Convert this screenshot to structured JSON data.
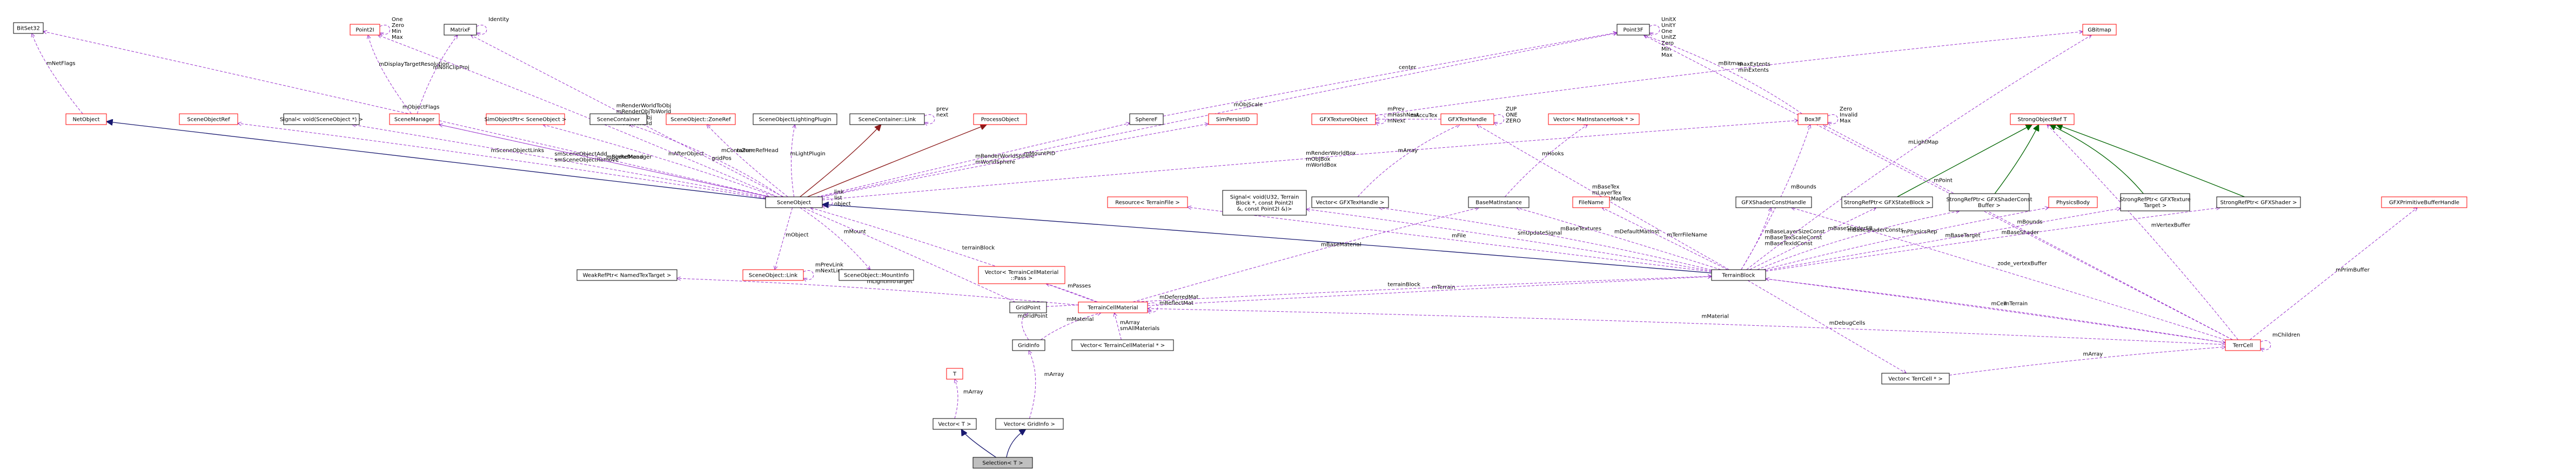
{
  "nodes": [
    {
      "id": "BitSet32",
      "label": [
        "BitSet32"
      ]
    },
    {
      "id": "Point2I",
      "label": [
        "Point2I"
      ],
      "red": true
    },
    {
      "id": "MatrixF",
      "label": [
        "MatrixF"
      ]
    },
    {
      "id": "Point3F",
      "label": [
        "Point3F"
      ]
    },
    {
      "id": "GBitmap",
      "label": [
        "GBitmap"
      ],
      "red": true
    },
    {
      "id": "NetObject",
      "label": [
        "NetObject"
      ],
      "red": true
    },
    {
      "id": "SceneObjectRef",
      "label": [
        "SceneObjectRef"
      ],
      "red": true
    },
    {
      "id": "SignalVoidSceneObject",
      "label": [
        "Signal< void(SceneObject *) >"
      ]
    },
    {
      "id": "SceneManager",
      "label": [
        "SceneManager"
      ],
      "red": true
    },
    {
      "id": "SimObjectPtrSceneObject",
      "label": [
        "SimObjectPtr< SceneObject >"
      ],
      "red": true
    },
    {
      "id": "SceneContainer",
      "label": [
        "SceneContainer"
      ]
    },
    {
      "id": "SceneObjectZoneRef",
      "label": [
        "SceneObject::ZoneRef"
      ],
      "red": true
    },
    {
      "id": "SceneObjectLightingPlugin",
      "label": [
        "SceneObjectLightingPlugin"
      ]
    },
    {
      "id": "SceneContainerLink",
      "label": [
        "SceneContainer::Link"
      ]
    },
    {
      "id": "ProcessObject",
      "label": [
        "ProcessObject"
      ],
      "red": true
    },
    {
      "id": "SphereF",
      "label": [
        "SphereF"
      ]
    },
    {
      "id": "SimPersistID",
      "label": [
        "SimPersistID"
      ],
      "red": true
    },
    {
      "id": "GFXTextureObject",
      "label": [
        "GFXTextureObject"
      ],
      "red": true
    },
    {
      "id": "GFXTexHandle",
      "label": [
        "GFXTexHandle"
      ],
      "red": true
    },
    {
      "id": "VectorMatInstanceHook",
      "label": [
        "Vector< MatInstanceHook * >"
      ],
      "red": true
    },
    {
      "id": "Box3F",
      "label": [
        "Box3F"
      ],
      "red": true
    },
    {
      "id": "StrongObjectRefT",
      "label": [
        "StrongObjectRef T"
      ],
      "red": true
    },
    {
      "id": "SceneObject",
      "label": [
        "SceneObject"
      ]
    },
    {
      "id": "ResourceTerrainFile",
      "label": [
        "Resource< TerrainFile >"
      ],
      "red": true
    },
    {
      "id": "SignalTerrainUpdate",
      "label": [
        "Signal< void(U32, Terrain",
        "Block *, const Point2I",
        "&, const Point2I &)>"
      ]
    },
    {
      "id": "VectorGFXTexHandle",
      "label": [
        "Vector< GFXTexHandle >"
      ]
    },
    {
      "id": "BaseMatInstance",
      "label": [
        "BaseMatInstance"
      ]
    },
    {
      "id": "FileName",
      "label": [
        "FileName"
      ],
      "red": true
    },
    {
      "id": "GFXShaderConstHandle",
      "label": [
        "GFXShaderConstHandle"
      ]
    },
    {
      "id": "StrongRefPtrGFXStateBlock",
      "label": [
        "StrongRefPtr< GFXStateBlock >"
      ]
    },
    {
      "id": "StrongRefPtrGFXShaderConstBuffer",
      "label": [
        "StrongRefPtr< GFXShaderConst",
        "Buffer >"
      ]
    },
    {
      "id": "PhysicsBody",
      "label": [
        "PhysicsBody"
      ],
      "red": true
    },
    {
      "id": "StrongRefPtrGFXTextureTarget",
      "label": [
        "StrongRefPtr< GFXTexture",
        "Target >"
      ]
    },
    {
      "id": "StrongRefPtrGFXShader",
      "label": [
        "StrongRefPtr< GFXShader >"
      ]
    },
    {
      "id": "GFXPrimitiveBufferHandle",
      "label": [
        "GFXPrimitiveBufferHandle"
      ],
      "red": true
    },
    {
      "id": "WeakRefPtrNamedTexTarget",
      "label": [
        "WeakRefPtr< NamedTexTarget >"
      ]
    },
    {
      "id": "SceneObjectLink",
      "label": [
        "SceneObject::Link"
      ],
      "red": true
    },
    {
      "id": "SceneObjectMountInfo",
      "label": [
        "SceneObject::MountInfo"
      ]
    },
    {
      "id": "VectorTerrainCellMaterialPass",
      "label": [
        "Vector< TerrainCellMaterial",
        "::Pass >"
      ],
      "red": true
    },
    {
      "id": "TerrainBlock",
      "label": [
        "TerrainBlock"
      ]
    },
    {
      "id": "GridPoint",
      "label": [
        "GridPoint"
      ]
    },
    {
      "id": "TerrainCellMaterial",
      "label": [
        "TerrainCellMaterial"
      ],
      "red": true
    },
    {
      "id": "GridInfo",
      "label": [
        "GridInfo"
      ]
    },
    {
      "id": "VectorTerrainCellMaterialPtr",
      "label": [
        "Vector< TerrainCellMaterial * >"
      ]
    },
    {
      "id": "T",
      "label": [
        "T"
      ],
      "red": true
    },
    {
      "id": "TerrCell",
      "label": [
        "TerrCell"
      ],
      "red": true
    },
    {
      "id": "VectorTerrCellPtr",
      "label": [
        "Vector< TerrCell * >"
      ]
    },
    {
      "id": "VectorT",
      "label": [
        "Vector< T >"
      ]
    },
    {
      "id": "VectorGridInfo",
      "label": [
        "Vector< GridInfo >"
      ]
    },
    {
      "id": "SelectionT",
      "label": [
        "Selection< T >"
      ],
      "selected": true
    }
  ],
  "edges": [
    {
      "from": "NetObject",
      "to": "BitSet32",
      "kind": "usage",
      "label": [
        "mNetFlags"
      ]
    },
    {
      "from": "SceneObject",
      "to": "BitSet32",
      "kind": "usage",
      "label": [
        "mObjectFlags"
      ]
    },
    {
      "from": "SceneObject",
      "to": "NetObject",
      "kind": "inherit"
    },
    {
      "from": "SceneObject",
      "to": "ProcessObject",
      "kind": "inherit"
    },
    {
      "from": "SceneObject",
      "to": "SceneContainerLink",
      "kind": "inherit"
    },
    {
      "from": "SceneObject",
      "to": "SceneObjectRef",
      "kind": "usage",
      "label": [
        "mSceneObjectLinks"
      ]
    },
    {
      "from": "SceneObject",
      "to": "SignalVoidSceneObject",
      "kind": "usage",
      "label": [
        "smSceneObjectAdd",
        "smSceneObjectRemove"
      ]
    },
    {
      "from": "SceneObject",
      "to": "SceneManager",
      "kind": "usage",
      "label": [
        "mSceneManager"
      ]
    },
    {
      "from": "SceneObject",
      "to": "SimObjectPtrSceneObject",
      "kind": "usage",
      "label": [
        "mAfterObject"
      ]
    },
    {
      "from": "SceneObject",
      "to": "SceneContainer",
      "kind": "usage",
      "label": [
        "mContainer"
      ]
    },
    {
      "from": "SceneObject",
      "to": "SceneObjectZoneRef",
      "kind": "usage",
      "label": [
        "mZoneRefHead"
      ]
    },
    {
      "from": "SceneObject",
      "to": "SceneObjectLightingPlugin",
      "kind": "usage",
      "label": [
        "mLightPlugin"
      ]
    },
    {
      "from": "SceneObject",
      "to": "SphereF",
      "kind": "usage",
      "label": [
        "mRenderWorldSphere",
        "mWorldSphere"
      ]
    },
    {
      "from": "SceneObject",
      "to": "SimPersistID",
      "kind": "usage",
      "label": [
        "mMountPID"
      ]
    },
    {
      "from": "SceneObject",
      "to": "Point3F",
      "kind": "usage",
      "label": [
        "mObjScale"
      ]
    },
    {
      "from": "SceneObject",
      "to": "MatrixF",
      "kind": "usage",
      "label": [
        "mRenderWorldToObj",
        "mRenderObjToWorld",
        "mWorldToObj",
        "mObjToWorld"
      ]
    },
    {
      "from": "SceneObject",
      "to": "Box3F",
      "kind": "usage",
      "label": [
        "mRenderWorldBox",
        "mObjBox",
        "mWorldBox"
      ]
    },
    {
      "from": "SceneObject",
      "to": "SceneObjectLink",
      "kind": "usage",
      "label": [
        "mObject"
      ]
    },
    {
      "from": "SceneObject",
      "to": "SceneObjectMountInfo",
      "kind": "usage",
      "label": [
        "mMount"
      ]
    },
    {
      "from": "SceneObject",
      "to": "SceneObject",
      "kind": "usage",
      "label": [
        "link",
        "list",
        "object"
      ]
    },
    {
      "from": "SceneObjectLink",
      "to": "SceneObjectLink",
      "kind": "usage",
      "label": [
        "mPrevLink",
        "mNextLink"
      ]
    },
    {
      "from": "SceneContainerLink",
      "to": "SceneContainerLink",
      "kind": "usage",
      "label": [
        "prev",
        "next"
      ]
    },
    {
      "from": "MatrixF",
      "to": "MatrixF",
      "kind": "usage",
      "label": [
        "Identity"
      ]
    },
    {
      "from": "Point2I",
      "to": "Point2I",
      "kind": "usage",
      "label": [
        "One",
        "Zero",
        "Min",
        "Max"
      ]
    },
    {
      "from": "Point3F",
      "to": "Point3F",
      "kind": "usage",
      "label": [
        "UnitX",
        "UnitY",
        "One",
        "UnitZ",
        "Zero",
        "Min",
        "Max"
      ]
    },
    {
      "from": "SceneManager",
      "to": "Point2I",
      "kind": "usage",
      "label": [
        "mDisplayTargetResolution"
      ]
    },
    {
      "from": "SceneManager",
      "to": "MatrixF",
      "kind": "usage",
      "label": [
        "mNonClipProj"
      ]
    },
    {
      "from": "SceneManager",
      "to": "SceneObject",
      "kind": "usage",
      "label": [
        "mBinRefHead"
      ]
    },
    {
      "from": "SphereF",
      "to": "Point3F",
      "kind": "usage",
      "label": [
        "center"
      ]
    },
    {
      "from": "GFXTextureObject",
      "to": "GFXTextureObject",
      "kind": "usage",
      "label": [
        "mPrev",
        "mHashNext",
        "mNext"
      ]
    },
    {
      "from": "GFXTextureObject",
      "to": "GBitmap",
      "kind": "usage",
      "label": [
        "mBitmap"
      ]
    },
    {
      "from": "GFXTexHandle",
      "to": "GFXTexHandle",
      "kind": "usage",
      "label": [
        "ZUP",
        "ONE",
        "ZERO"
      ]
    },
    {
      "from": "GFXTexHandle",
      "to": "GFXTextureObject",
      "kind": "usage",
      "label": [
        "mAccuTex"
      ]
    },
    {
      "from": "Box3F",
      "to": "Box3F",
      "kind": "usage",
      "label": [
        "Zero",
        "Invalid",
        "Max"
      ]
    },
    {
      "from": "Box3F",
      "to": "Point3F",
      "kind": "usage",
      "label": [
        "maxExtents",
        "minExtents"
      ]
    },
    {
      "from": "VectorGFXTexHandle",
      "to": "GFXTexHandle",
      "kind": "usage",
      "label": [
        "mArray"
      ]
    },
    {
      "from": "BaseMatInstance",
      "to": "VectorMatInstanceHook",
      "kind": "usage",
      "label": [
        "mHooks"
      ]
    },
    {
      "from": "StrongRefPtrGFXStateBlock",
      "to": "StrongObjectRefT",
      "kind": "inherit"
    },
    {
      "from": "StrongRefPtrGFXShaderConstBuffer",
      "to": "StrongObjectRefT",
      "kind": "inherit"
    },
    {
      "from": "StrongRefPtrGFXTextureTarget",
      "to": "StrongObjectRefT",
      "kind": "inherit"
    },
    {
      "from": "StrongRefPtrGFXShader",
      "to": "StrongObjectRefT",
      "kind": "inherit"
    },
    {
      "from": "TerrainBlock",
      "to": "SceneObject",
      "kind": "inherit"
    },
    {
      "from": "TerrainBlock",
      "to": "ResourceTerrainFile",
      "kind": "usage",
      "label": [
        "mFile"
      ]
    },
    {
      "from": "TerrainBlock",
      "to": "SignalTerrainUpdate",
      "kind": "usage",
      "label": [
        "smUpdateSignal"
      ]
    },
    {
      "from": "TerrainBlock",
      "to": "VectorGFXTexHandle",
      "kind": "usage",
      "label": [
        "mBaseTextures"
      ]
    },
    {
      "from": "TerrainBlock",
      "to": "GFXTexHandle",
      "kind": "usage",
      "label": [
        "mBaseTex",
        "mLayerTex",
        "mLightMapTex"
      ]
    },
    {
      "from": "TerrainBlock",
      "to": "BaseMatInstance",
      "kind": "usage",
      "label": [
        "mDefaultMatInst"
      ]
    },
    {
      "from": "TerrainBlock",
      "to": "FileName",
      "kind": "usage",
      "label": [
        "mTerrFileName"
      ]
    },
    {
      "from": "TerrainBlock",
      "to": "GFXShaderConstHandle",
      "kind": "usage",
      "label": [
        "mBaseLayerSizeConst",
        "mBaseTexScaleConst",
        "mBaseTexIdConst"
      ]
    },
    {
      "from": "TerrainBlock",
      "to": "StrongRefPtrGFXStateBlock",
      "kind": "usage",
      "label": [
        "mBaseShaderSB"
      ]
    },
    {
      "from": "TerrainBlock",
      "to": "StrongRefPtrGFXShaderConstBuffer",
      "kind": "usage",
      "label": [
        "mBaseShaderConsts"
      ]
    },
    {
      "from": "TerrainBlock",
      "to": "PhysicsBody",
      "kind": "usage",
      "label": [
        "mPhysicsRep"
      ]
    },
    {
      "from": "TerrainBlock",
      "to": "StrongRefPtrGFXTextureTarget",
      "kind": "usage",
      "label": [
        "mBaseTarget"
      ]
    },
    {
      "from": "TerrainBlock",
      "to": "StrongRefPtrGFXShader",
      "kind": "usage",
      "label": [
        "mBaseShader"
      ]
    },
    {
      "from": "TerrainBlock",
      "to": "Box3F",
      "kind": "usage",
      "label": [
        "mBounds"
      ]
    },
    {
      "from": "TerrainBlock",
      "to": "GBitmap",
      "kind": "usage",
      "label": [
        "mLightMap"
      ]
    },
    {
      "from": "TerrainBlock",
      "to": "TerrCell",
      "kind": "usage",
      "label": [
        "mCell"
      ]
    },
    {
      "from": "TerrainCellMaterial",
      "to": "TerrainBlock",
      "kind": "usage",
      "label": [
        "mTerrain"
      ]
    },
    {
      "from": "TerrainCellMaterial",
      "to": "SceneObject",
      "kind": "usage",
      "label": [
        "terrainBlock"
      ]
    },
    {
      "from": "TerrainCellMaterial",
      "to": "BaseMatInstance",
      "kind": "usage",
      "label": [
        "mBaseMaterial"
      ]
    },
    {
      "from": "TerrainCellMaterial",
      "to": "WeakRefPtrNamedTexTarget",
      "kind": "usage",
      "label": [
        "mLightInfoTarget"
      ]
    },
    {
      "from": "TerrainCellMaterial",
      "to": "VectorTerrainCellMaterialPass",
      "kind": "usage",
      "label": [
        "mPasses"
      ]
    },
    {
      "from": "TerrainCellMaterial",
      "to": "TerrainCellMaterial",
      "kind": "usage",
      "label": [
        "mDeferredMat",
        "mReflectMat"
      ]
    },
    {
      "from": "GridPoint",
      "to": "TerrainBlock",
      "kind": "usage",
      "label": [
        "terrainBlock"
      ]
    },
    {
      "from": "GridPoint",
      "to": "Point2I",
      "kind": "usage",
      "label": [
        "gridPos"
      ]
    },
    {
      "from": "GridInfo",
      "to": "GridPoint",
      "kind": "usage",
      "label": [
        "mGridPoint"
      ]
    },
    {
      "from": "GridInfo",
      "to": "TerrainCellMaterial",
      "kind": "usage",
      "label": [
        "mMaterial"
      ]
    },
    {
      "from": "VectorTerrainCellMaterialPtr",
      "to": "TerrainCellMaterial",
      "kind": "usage",
      "label": [
        "mArray",
        "smAllMaterials"
      ]
    },
    {
      "from": "TerrCell",
      "to": "TerrainBlock",
      "kind": "usage",
      "label": [
        "mTerrain"
      ]
    },
    {
      "from": "TerrCell",
      "to": "TerrainCellMaterial",
      "kind": "usage",
      "label": [
        "mMaterial"
      ]
    },
    {
      "from": "TerrCell",
      "to": "Box3F",
      "kind": "usage",
      "label": [
        "mBounds"
      ]
    },
    {
      "from": "TerrCell",
      "to": "Point3F",
      "kind": "usage",
      "label": [
        "mPoint"
      ]
    },
    {
      "from": "TerrCell",
      "to": "GFXPrimitiveBufferHandle",
      "kind": "usage",
      "label": [
        "mPrimBuffer"
      ]
    },
    {
      "from": "TerrCell",
      "to": "StrongObjectRefT",
      "kind": "usage",
      "label": [
        "mVertexBuffer"
      ]
    },
    {
      "from": "TerrCell",
      "to": "TerrCell",
      "kind": "usage",
      "label": [
        "mChildren"
      ]
    },
    {
      "from": "TerrCell",
      "to": "GFXShaderConstHandle",
      "kind": "usage",
      "label": [
        "zode_vertexBuffer"
      ]
    },
    {
      "from": "VectorTerrCellPtr",
      "to": "TerrCell",
      "kind": "usage",
      "label": [
        "mArray"
      ]
    },
    {
      "from": "TerrainBlock",
      "to": "VectorTerrCellPtr",
      "kind": "usage",
      "label": [
        "mDebugCells"
      ]
    },
    {
      "from": "VectorT",
      "to": "T",
      "kind": "usage",
      "label": [
        "mArray"
      ]
    },
    {
      "from": "VectorGridInfo",
      "to": "GridInfo",
      "kind": "usage",
      "label": [
        "mArray"
      ]
    },
    {
      "from": "SelectionT",
      "to": "VectorT",
      "kind": "inherit"
    },
    {
      "from": "SelectionT",
      "to": "VectorGridInfo",
      "kind": "inherit"
    }
  ]
}
